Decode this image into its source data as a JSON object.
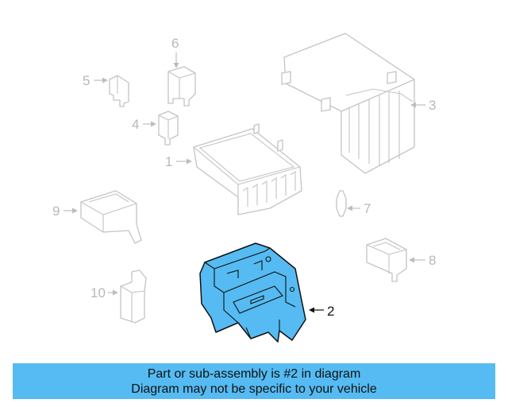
{
  "callouts": {
    "c1": "1",
    "c2": "2",
    "c3": "3",
    "c4": "4",
    "c5": "5",
    "c6": "6",
    "c7": "7",
    "c8": "8",
    "c9": "9",
    "c10": "10"
  },
  "highlight_color": "#55bbf2",
  "banner": {
    "line1": "Part or sub-assembly is #2 in diagram",
    "line2": "Diagram may not be specific to your vehicle"
  }
}
